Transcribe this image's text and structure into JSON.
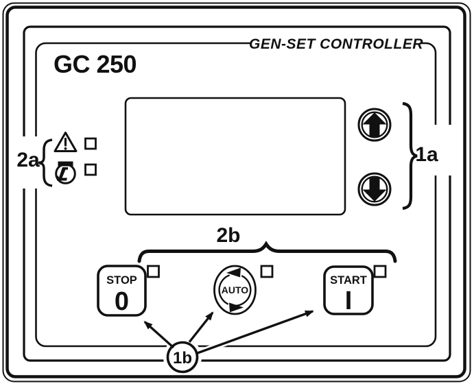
{
  "panel": {
    "brand": "GEN-SET CONTROLLER",
    "model": "GC 250"
  },
  "buttons": {
    "stop": {
      "label": "STOP",
      "symbol": "0"
    },
    "auto": {
      "label": "AUTO"
    },
    "start": {
      "label": "START",
      "symbol": "I"
    }
  },
  "callouts": {
    "label_1a": "1a",
    "label_1b": "1b",
    "label_2a": "2a",
    "label_2b": "2b"
  },
  "icons": {
    "alarm": "warning-triangle-icon",
    "shutdown": "engine-shutdown-icon",
    "up": "arrow-up-icon",
    "down": "arrow-down-icon",
    "auto_mode": "rotation-arrows-icon"
  },
  "colors": {
    "line": "#111111",
    "background": "#ffffff"
  }
}
